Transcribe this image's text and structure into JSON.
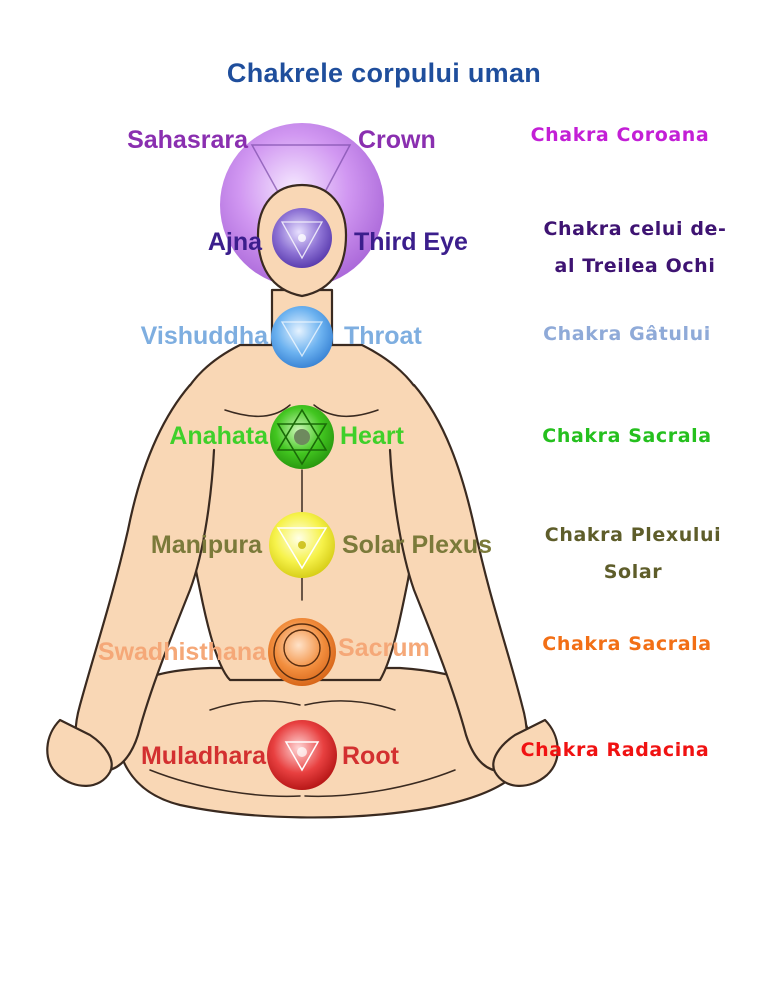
{
  "page_title": "Chakrele corpului uman",
  "chakras": [
    {
      "name": "Sahasrara",
      "english": "Crown",
      "romanian": "Chakra Coroana",
      "color": "#c06ee0",
      "label_color": "#8a2fb0",
      "ro_color": "#c31fd6"
    },
    {
      "name": "Ajna",
      "english": "Third Eye",
      "romanian": "Chakra celui de-al Treilea Ochi",
      "color": "#7a5fc0",
      "label_color": "#3b1e8c",
      "ro_color": "#3e1372"
    },
    {
      "name": "Vishuddha",
      "english": "Throat",
      "romanian": "Chakra Gâtului",
      "color": "#5aa3ea",
      "label_color": "#7eaee0",
      "ro_color": "#8faad8"
    },
    {
      "name": "Anahata",
      "english": "Heart",
      "romanian": "Chakra Sacrala",
      "color": "#3ec41c",
      "label_color": "#3fd02a",
      "ro_color": "#25c01e"
    },
    {
      "name": "Manipura",
      "english": "Solar Plexus",
      "romanian": "Chakra Plexului Solar",
      "color": "#f2ee3a",
      "label_color": "#7b7a3a",
      "ro_color": "#5e5d2a"
    },
    {
      "name": "Swadhisthana",
      "english": "Sacrum",
      "romanian": "Chakra Sacrala",
      "color": "#f08a3a",
      "label_color": "#f5a878",
      "ro_color": "#f26f16"
    },
    {
      "name": "Muladhara",
      "english": "Root",
      "romanian": "Chakra Radacina",
      "color": "#e43a3a",
      "label_color": "#d33030",
      "ro_color": "#f01212"
    }
  ],
  "ro_line_breaks": {
    "ajna": [
      "Chakra celui de-",
      "al Treilea Ochi"
    ],
    "manipura": [
      "Chakra Plexului",
      "Solar"
    ]
  }
}
